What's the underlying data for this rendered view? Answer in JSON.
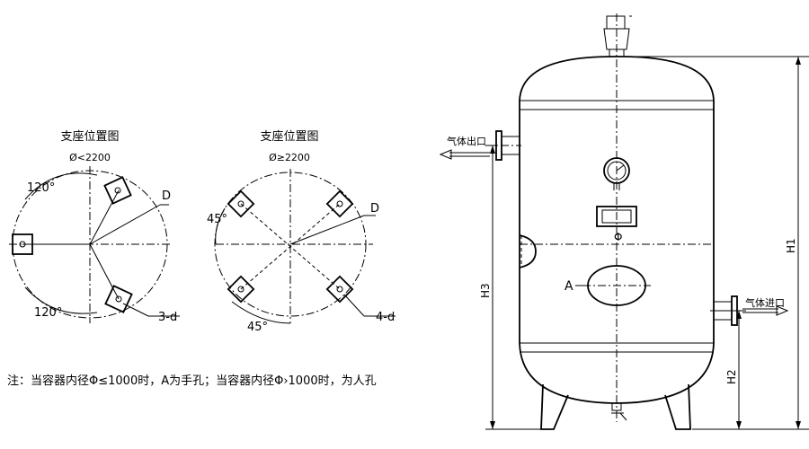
{
  "left_view": {
    "title": "支座位置图",
    "condition": "Ø<2200",
    "angle_label": "120°",
    "angle_label_2": "120°",
    "d_label": "D",
    "hole_label": "3-d"
  },
  "right_view": {
    "title": "支座位置图",
    "condition": "Ø≥2200",
    "angle_label": "45°",
    "angle_label_2": "45°",
    "d_label": "D",
    "hole_label": "4-d"
  },
  "note": "注：当容器内径Φ≤1000时，A为手孔；当容器内径Φ›1000时，为人孔",
  "tank": {
    "outlet_label": "气体出口",
    "inlet_label": "气体进口",
    "phi_label": "Φ",
    "a_label": "A",
    "h1_label": "H1",
    "h2_label": "H2",
    "h3_label": "H3"
  }
}
